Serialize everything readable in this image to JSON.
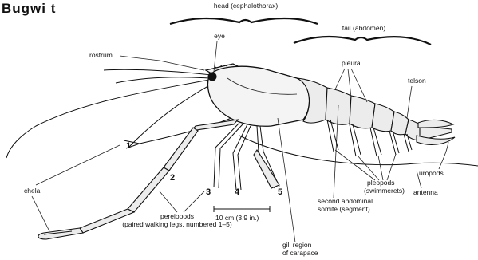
{
  "corner_text": "Bugwi t",
  "labels": {
    "head": "head (cephalothorax)",
    "tail": "tail (abdomen)",
    "eye": "eye",
    "rostrum": "rostrum",
    "pleura": "pleura",
    "telson": "telson",
    "chela": "chela",
    "uropods": "uropods",
    "pleopods_1": "pleopods",
    "pleopods_2": "(swimmerets)",
    "antenna": "antenna",
    "second_somite_1": "second abdominal",
    "second_somite_2": "somite (segment)",
    "pereiopods_1": "pereiopods",
    "pereiopods_2": "(paired walking legs, numbered 1–5)",
    "scale": "10 cm (3.9 in.)",
    "gill_1": "gill region",
    "gill_2": "of carapace"
  },
  "leg_numbers": [
    "1",
    "2",
    "3",
    "4",
    "5"
  ]
}
